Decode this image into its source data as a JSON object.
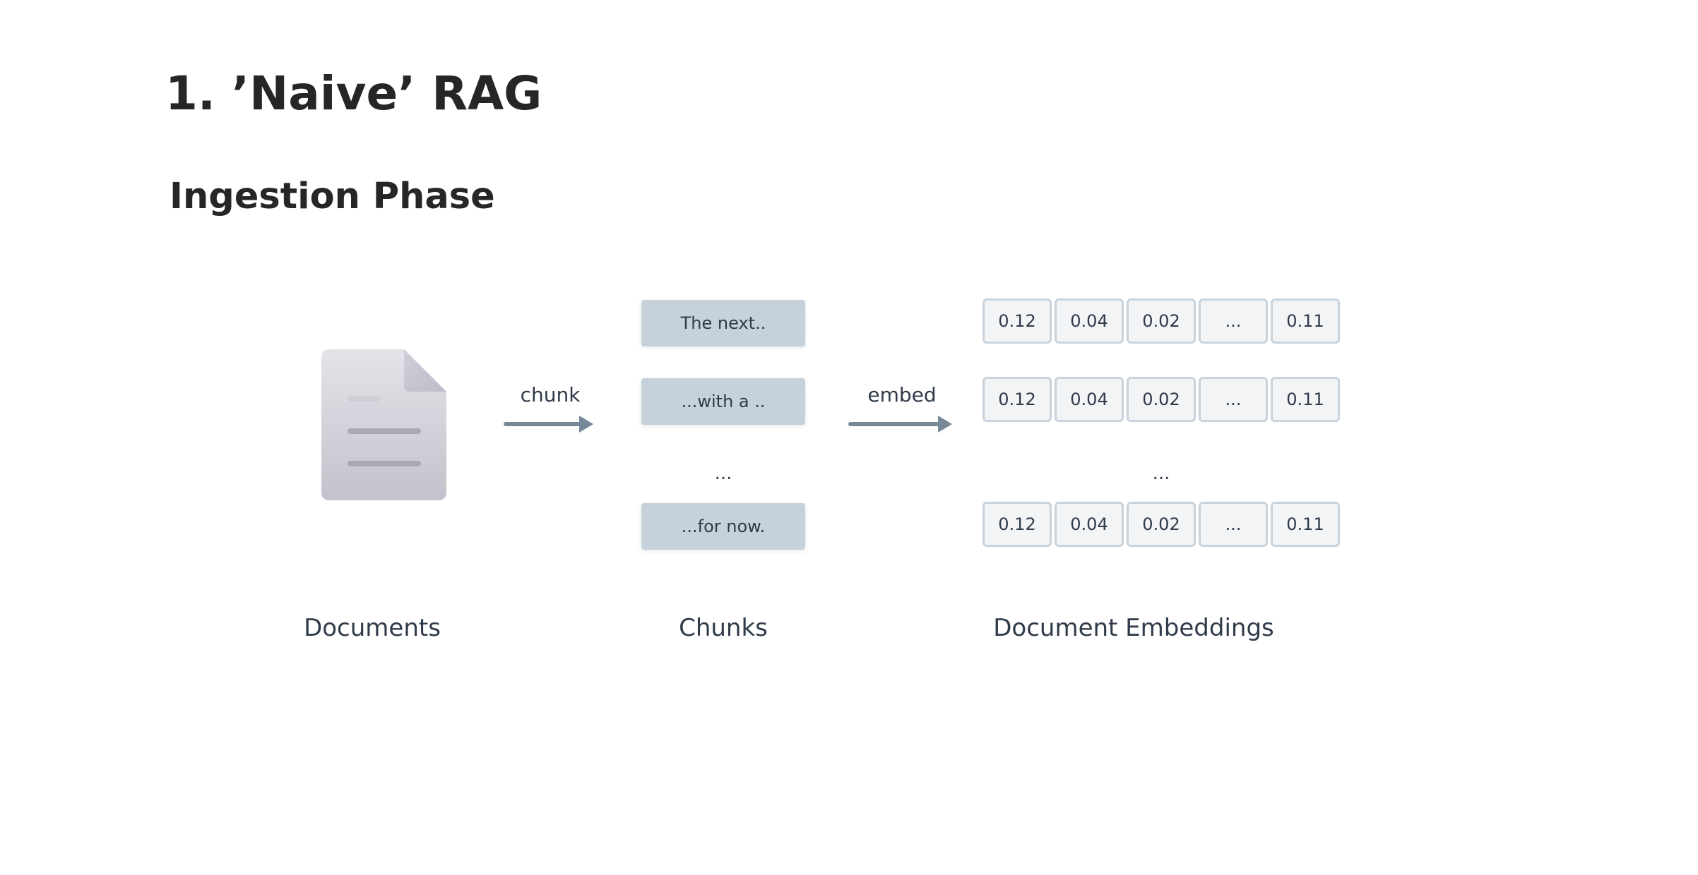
{
  "heading": {
    "title": "1. ’Naive’ RAG",
    "subtitle": "Ingestion Phase"
  },
  "arrows": {
    "chunk_label": "chunk",
    "embed_label": "embed"
  },
  "chunks": {
    "items": [
      "The next..",
      "...with a ..",
      "...for now."
    ],
    "ellipsis": "..."
  },
  "embeddings": {
    "rows": [
      [
        "0.12",
        "0.04",
        "0.02",
        "...",
        "0.11"
      ],
      [
        "0.12",
        "0.04",
        "0.02",
        "...",
        "0.11"
      ],
      [
        "0.12",
        "0.04",
        "0.02",
        "...",
        "0.11"
      ]
    ],
    "ellipsis": "..."
  },
  "captions": {
    "documents": "Documents",
    "chunks": "Chunks",
    "embeddings": "Document Embeddings"
  },
  "icons": {
    "document": "document-icon",
    "arrow": "arrow-right-icon"
  },
  "colors": {
    "heading": "#262626",
    "text": "#2f3a4a",
    "arrow": "#778899",
    "chunk_fill": "#c6d1db",
    "cell_fill": "#f2f4f6",
    "cell_border": "#c8d3dd",
    "doc_top": "#e4e3e9",
    "doc_bottom": "#c3c2cc"
  }
}
